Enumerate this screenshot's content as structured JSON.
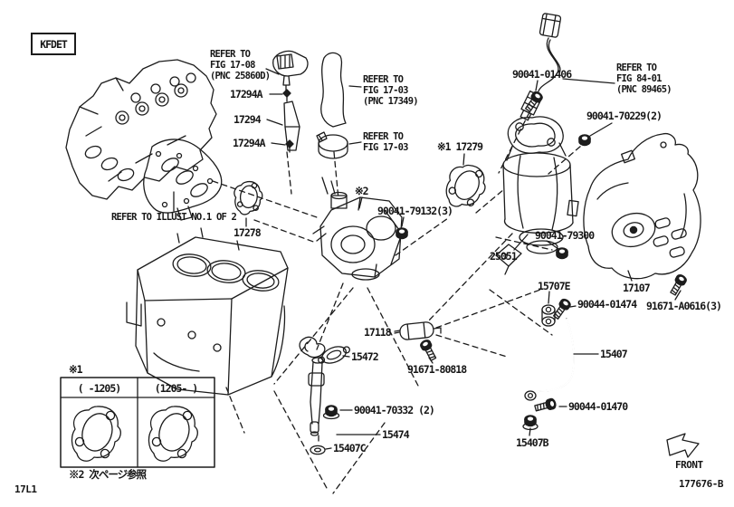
{
  "diagram": {
    "engine_code": "KFDET",
    "page_code": "17L1",
    "doc_number": "177676-B",
    "front_label": "FRONT",
    "colors": {
      "line": "#1c1c1c",
      "background": "#ffffff",
      "text": "#161616"
    }
  },
  "notes": {
    "refer_fig_17_08": "REFER TO\nFIG 17-08\n(PNC 25860D)",
    "refer_fig_17_03_pnc": "REFER TO\nFIG 17-03\n(PNC 17349)",
    "refer_fig_17_03": "REFER TO\nFIG 17-03",
    "refer_fig_84_01": "REFER TO\nFIG 84-01\n(PNC 89465)",
    "refer_illust": "REFER TO ILLUST NO.1 OF 2",
    "star1_marker": "※1",
    "star2_marker": "※2",
    "star2_note": "※2 次ページ参照"
  },
  "parts": {
    "p17294a_upper": "17294A",
    "p17294": "17294",
    "p17294a_lower": "17294A",
    "p90041_01406": "90041-01406",
    "p90041_70229": "90041-70229(2)",
    "p17279": "※1 17279",
    "p90041_79132": "90041-79132(3)",
    "p17278": "17278",
    "p25051": "25051",
    "p90041_79300": "90041-79300",
    "p17107": "17107",
    "p15707e": "15707E",
    "p90044_01474": "90044-01474",
    "p91671_a0616": "91671-A0616(3)",
    "p17118": "17118",
    "p15472": "15472",
    "p91671_80818": "91671-80818",
    "p15407": "15407",
    "p90041_70332": "90041-70332 (2)",
    "p90044_01470": "90044-01470",
    "p15474": "15474",
    "p15407b": "15407B",
    "p15407c": "15407C"
  },
  "inset_table": {
    "col1_header": "(    -1205)",
    "col2_header": "(1205-    )"
  }
}
